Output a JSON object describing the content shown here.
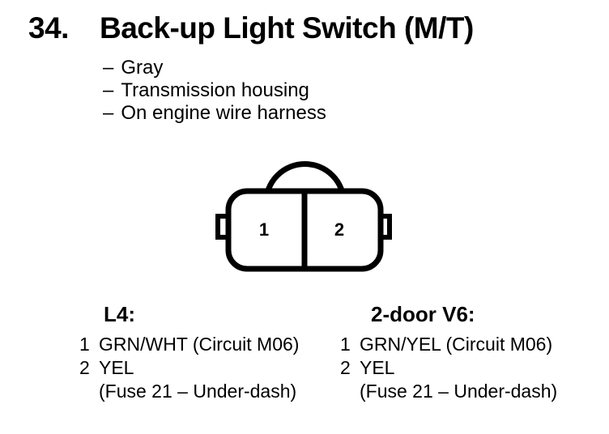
{
  "header": {
    "item_number": "34.",
    "title": "Back-up Light Switch (M/T)"
  },
  "properties": [
    {
      "bullet": "–",
      "text": "Gray"
    },
    {
      "bullet": "–",
      "text": "Transmission housing"
    },
    {
      "bullet": "–",
      "text": "On engine wire harness"
    }
  ],
  "connector": {
    "cavities": [
      "1",
      "2"
    ]
  },
  "variants": [
    {
      "heading": "L4:",
      "pins": [
        {
          "num": "1",
          "label": "GRN/WHT (Circuit M06)"
        },
        {
          "num": "2",
          "label": "YEL"
        },
        {
          "num": "",
          "label": "(Fuse 21 – Under-dash)"
        }
      ]
    },
    {
      "heading": "2-door V6:",
      "pins": [
        {
          "num": "1",
          "label": "GRN/YEL (Circuit M06)"
        },
        {
          "num": "2",
          "label": "YEL"
        },
        {
          "num": "",
          "label": "(Fuse 21 – Under-dash)"
        }
      ]
    }
  ],
  "colors": {
    "background": "#ffffff",
    "ink": "#000000"
  }
}
